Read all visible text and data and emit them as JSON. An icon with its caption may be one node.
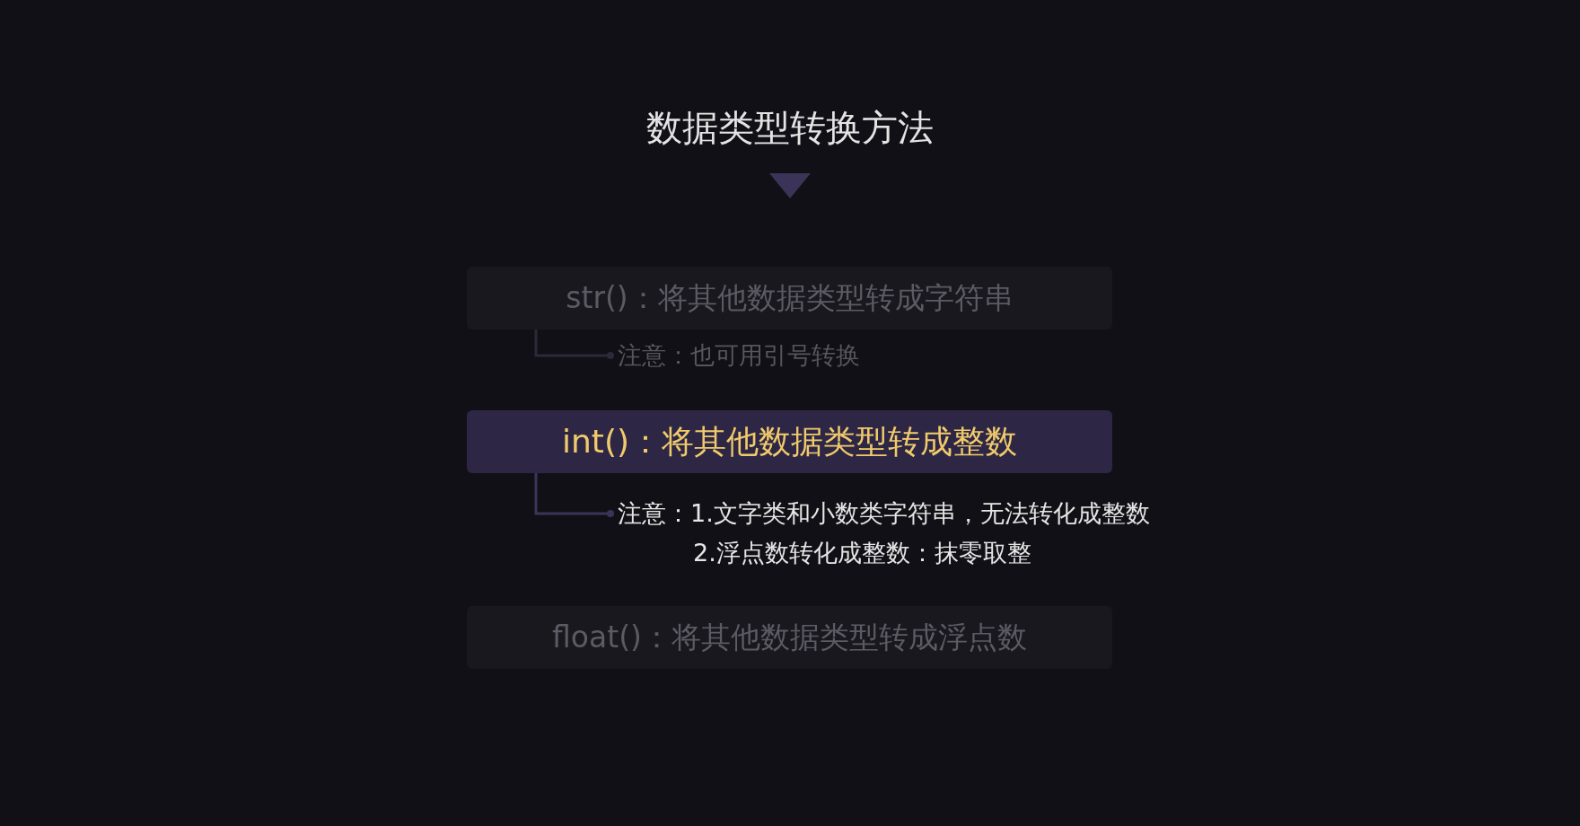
{
  "diagram": {
    "title": "数据类型转换方法",
    "nodes": [
      {
        "text": [
          "str()：将其他数据类型转成字符串"
        ]
      },
      {
        "text": [
          "注意：也可用引号转换"
        ]
      },
      {
        "text": [
          "int()：将其他数据类型转成整数"
        ]
      },
      {
        "text": [
          "注意：1.文字类和小数类字符串，无法转化成整数",
          "2.浮点数转化成整数：抹零取整"
        ]
      },
      {
        "text": [
          "float()：将其他数据类型转成浮点数"
        ]
      }
    ],
    "edges": [
      {
        "from": 0,
        "to": 1,
        "arrow": "other"
      },
      {
        "from": 2,
        "to": 3,
        "arrow": "other",
        "color": "#3b3458"
      }
    ]
  }
}
